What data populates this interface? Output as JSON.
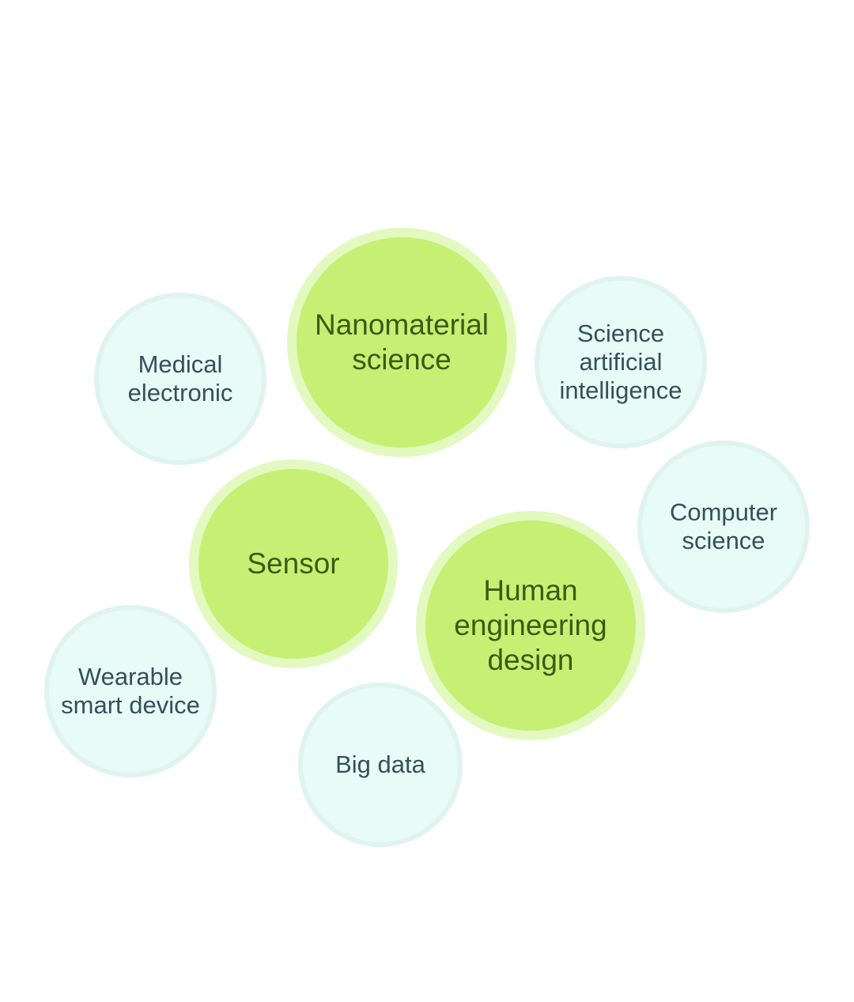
{
  "diagram": {
    "nodes": [
      {
        "id": "nanomaterial-science",
        "label": "Nanomaterial\nscience",
        "kind": "major"
      },
      {
        "id": "sensor",
        "label": "Sensor",
        "kind": "major"
      },
      {
        "id": "human-engineering-design",
        "label": "Human\nengineering\ndesign",
        "kind": "major"
      },
      {
        "id": "medical-electronic",
        "label": "Medical\nelectronic",
        "kind": "minor"
      },
      {
        "id": "science-artificial-intelligence",
        "label": "Science\nartificial\nintelligence",
        "kind": "minor"
      },
      {
        "id": "computer-science",
        "label": "Computer\nscience",
        "kind": "minor"
      },
      {
        "id": "wearable-smart-device",
        "label": "Wearable\nsmart device",
        "kind": "minor"
      },
      {
        "id": "big-data",
        "label": "Big data",
        "kind": "minor"
      }
    ],
    "colors": {
      "major_fill": "#c6f073",
      "major_ring": "#e2f9c0",
      "major_text": "#3c5a14",
      "minor_fill": "#e9fbf7",
      "minor_ring": "#dff4ee",
      "minor_text": "#34505a"
    }
  }
}
